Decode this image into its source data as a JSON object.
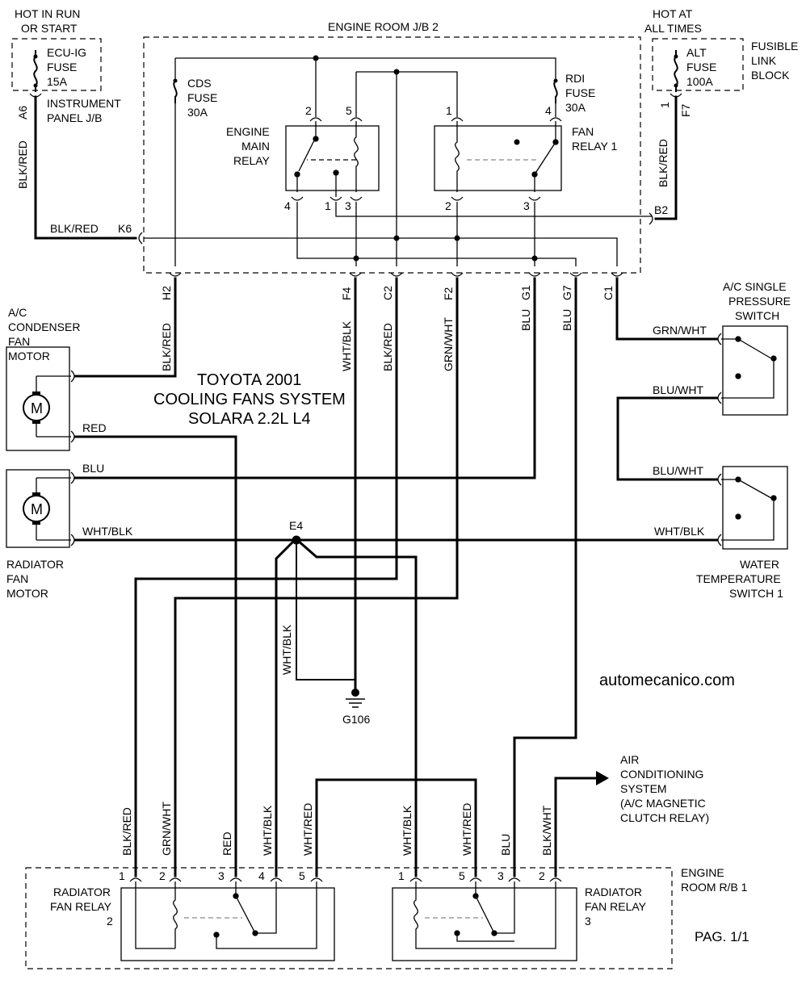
{
  "title": {
    "line1": "TOYOTA 2001",
    "line2": "COOLING FANS SYSTEM",
    "line3": "SOLARA 2.2L L4"
  },
  "watermark": "automecanico.com",
  "page": "PAG. 1/1",
  "blocks": {
    "hot_run_1": "HOT IN RUN",
    "hot_run_2": "OR START",
    "hot_at_1": "HOT AT",
    "hot_at_2": "ALL TIMES",
    "jb2": "ENGINE ROOM J/B 2",
    "fusible_1": "FUSIBLE",
    "fusible_2": "LINK",
    "fusible_3": "BLOCK",
    "ip_jb_1": "INSTRUMENT",
    "ip_jb_2": "PANEL J/B",
    "rb1_1": "ENGINE",
    "rb1_2": "ROOM R/B 1"
  },
  "fuses": {
    "ecu_1": "ECU-IG",
    "ecu_2": "FUSE",
    "ecu_3": "15A",
    "cds_1": "CDS",
    "cds_2": "FUSE",
    "cds_3": "30A",
    "rdi_1": "RDI",
    "rdi_2": "FUSE",
    "rdi_3": "30A",
    "alt_1": "ALT",
    "alt_2": "FUSE",
    "alt_3": "100A"
  },
  "relays": {
    "emr_1": "ENGINE",
    "emr_2": "MAIN",
    "emr_3": "RELAY",
    "fan1_1": "FAN",
    "fan1_2": "RELAY 1",
    "rfr2_1": "RADIATOR",
    "rfr2_2": "FAN RELAY",
    "rfr2_3": "2",
    "rfr3_1": "RADIATOR",
    "rfr3_2": "FAN RELAY",
    "rfr3_3": "3"
  },
  "components": {
    "acc_1": "A/C",
    "acc_2": "CONDENSER",
    "acc_3": "FAN",
    "acc_4": "MOTOR",
    "rad_1": "RADIATOR",
    "rad_2": "FAN",
    "rad_3": "MOTOR",
    "acp_1": "A/C SINGLE",
    "acp_2": "PRESSURE",
    "acp_3": "SWITCH",
    "wt_1": "WATER",
    "wt_2": "TEMPERATURE",
    "wt_3": "SWITCH 1",
    "air_1": "AIR",
    "air_2": "CONDITIONING",
    "air_3": "SYSTEM",
    "air_4": "(A/C MAGNETIC",
    "air_5": "CLUTCH RELAY)",
    "motor_symbol": "M",
    "ground": "G106",
    "splice": "E4"
  },
  "connectors": {
    "A6": "A6",
    "K6": "K6",
    "H2": "H2",
    "F4": "F4",
    "C2": "C2",
    "F2": "F2",
    "G1": "G1",
    "G7": "G7",
    "C1": "C1",
    "B2": "B2",
    "F7": "F7"
  },
  "pins": {
    "emr_2": "2",
    "emr_5": "5",
    "emr_4": "4",
    "emr_1": "1",
    "emr_3": "3",
    "f1_1": "1",
    "f1_4": "4",
    "f1_2": "2",
    "f1_3": "3",
    "alt_1": "1",
    "r2_1": "1",
    "r2_2": "2",
    "r2_3": "3",
    "r2_4": "4",
    "r2_5": "5",
    "r3_1": "1",
    "r3_5": "5",
    "r3_3": "3",
    "r3_2": "2"
  },
  "wires": {
    "blk_red": "BLK/RED",
    "red": "RED",
    "blu": "BLU",
    "wht_blk": "WHT/BLK",
    "grn_wht": "GRN/WHT",
    "blu_wht": "BLU/WHT",
    "wht_red": "WHT/RED",
    "blk_wht": "BLK/WHT"
  }
}
